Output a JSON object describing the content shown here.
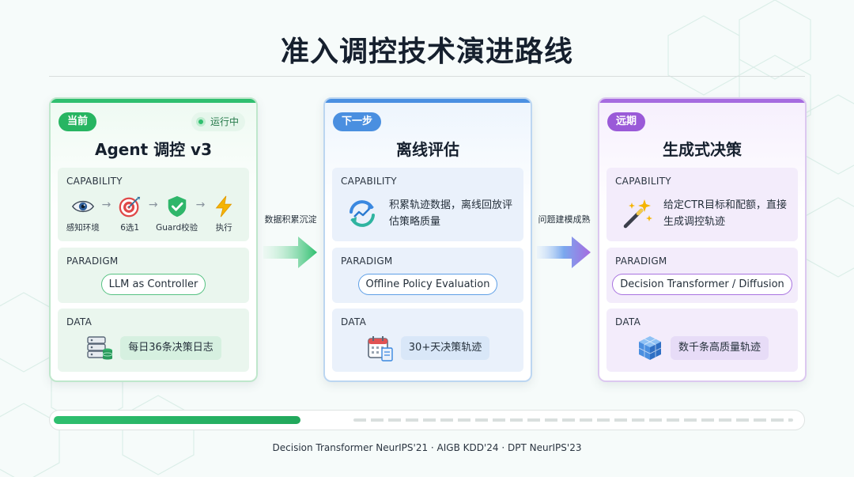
{
  "title": "准入调控技术演进路线",
  "labels": {
    "capability": "CAPABILITY",
    "paradigm": "PARADIGM",
    "data": "DATA"
  },
  "cards": [
    {
      "badge": "当前",
      "status": "运行中",
      "title": "Agent 调控 v3",
      "capability_steps": [
        "感知环境",
        "6选1",
        "Guard校验",
        "执行"
      ],
      "paradigm": "LLM as Controller",
      "data": "每日36条决策日志",
      "icons": {
        "steps": [
          "eye-icon",
          "target-icon",
          "shield-check-icon",
          "lightning-icon"
        ],
        "data": "database-icon"
      },
      "accent": "#2fbf6f"
    },
    {
      "badge": "下一步",
      "title": "离线评估",
      "capability_text": "积累轨迹数据，离线回放评估策略质量",
      "paradigm": "Offline Policy Evaluation",
      "data": "30+天决策轨迹",
      "icons": {
        "capability": "replay-arrows-icon",
        "data": "calendar-icon"
      },
      "accent": "#4a90e2"
    },
    {
      "badge": "远期",
      "title": "生成式决策",
      "capability_text": "给定CTR目标和配额，直接生成调控轨迹",
      "paradigm": "Decision Transformer / Diffusion",
      "data": "数千条高质量轨迹",
      "icons": {
        "capability": "magic-wand-icon",
        "data": "cube-icon"
      },
      "accent": "#a66be0"
    }
  ],
  "connectors": [
    "数据积累沉淀",
    "问题建模成熟"
  ],
  "progress": {
    "completed_fraction": 0.33
  },
  "footer": "Decision Transformer NeurIPS'21 · AIGB KDD'24 · DPT NeurIPS'23"
}
